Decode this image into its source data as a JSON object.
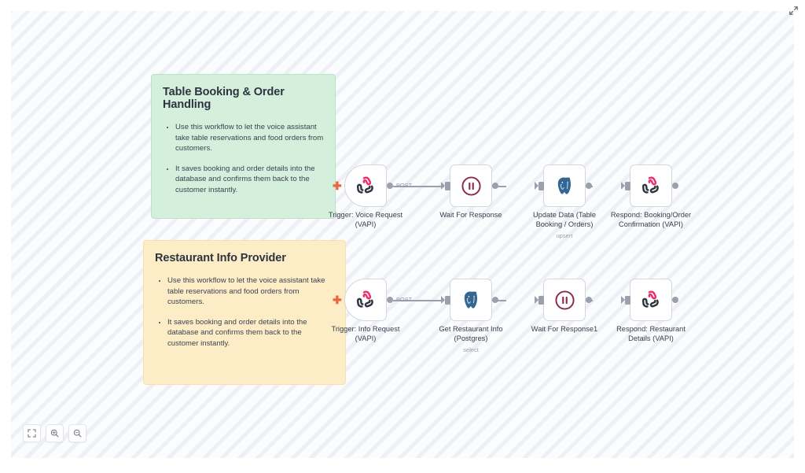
{
  "canvas": {
    "expand_icon": "expand-fullscreen-icon"
  },
  "sticky_notes": [
    {
      "id": "table-booking",
      "title": "Table Booking & Order Handling",
      "color": "#d4f0dd",
      "bullets": [
        "Use this workflow to let the voice assistant take table reservations and food orders from customers.",
        "It saves booking and order details into the database and confirms them back to the customer instantly."
      ]
    },
    {
      "id": "restaurant-info",
      "title": "Restaurant Info Provider",
      "color": "#fdedc7",
      "bullets": [
        "Use this workflow to let the voice assistant take table reservations and food orders from customers.",
        "It saves booking and order details into the database and confirms them back to the customer instantly."
      ]
    }
  ],
  "rows": [
    {
      "id": "row-booking",
      "nodes": [
        {
          "name": "trigger-voice-request",
          "label": "Trigger: Voice Request\n(VAPI)",
          "subtitle": "",
          "icon": "vapi-icon",
          "shape": "trigger",
          "out_label": "POST"
        },
        {
          "name": "wait-for-response",
          "label": "Wait For Response",
          "subtitle": "",
          "icon": "pause-icon",
          "shape": "rect",
          "out_label": ""
        },
        {
          "name": "update-data-postgres",
          "label": "Update Data (Table\nBooking / Orders)",
          "subtitle": "upsert",
          "icon": "postgres-icon",
          "shape": "rect",
          "out_label": ""
        },
        {
          "name": "respond-booking-confirmation",
          "label": "Respond: Booking/Order\nConfirmation (VAPI)",
          "subtitle": "",
          "icon": "vapi-icon",
          "shape": "rect",
          "out_label": ""
        }
      ]
    },
    {
      "id": "row-info",
      "nodes": [
        {
          "name": "trigger-info-request",
          "label": "Trigger: Info Request\n(VAPI)",
          "subtitle": "",
          "icon": "vapi-icon",
          "shape": "trigger",
          "out_label": "POST"
        },
        {
          "name": "get-restaurant-info-postgres",
          "label": "Get Restaurant Info\n(Postgres)",
          "subtitle": "select",
          "icon": "postgres-icon",
          "shape": "rect",
          "out_label": ""
        },
        {
          "name": "wait-for-response-1",
          "label": "Wait For Response1",
          "subtitle": "",
          "icon": "pause-icon",
          "shape": "rect",
          "out_label": ""
        },
        {
          "name": "respond-restaurant-details",
          "label": "Respond: Restaurant\nDetails (VAPI)",
          "subtitle": "",
          "icon": "vapi-icon",
          "shape": "rect",
          "out_label": ""
        }
      ]
    }
  ],
  "controls": [
    {
      "name": "fit-to-view-button",
      "icon": "fit-screen-icon",
      "title": "Fit to view"
    },
    {
      "name": "zoom-in-button",
      "icon": "zoom-in-icon",
      "title": "Zoom in"
    },
    {
      "name": "zoom-out-button",
      "icon": "zoom-out-icon",
      "title": "Zoom out"
    }
  ],
  "colors": {
    "accent_plus": "#f0643c",
    "edge": "#9ba1ac",
    "vapi_pink": "#ef2d6e",
    "vapi_dark": "#2e3440",
    "postgres_blue": "#336791",
    "wait_maroon": "#8c2848"
  }
}
